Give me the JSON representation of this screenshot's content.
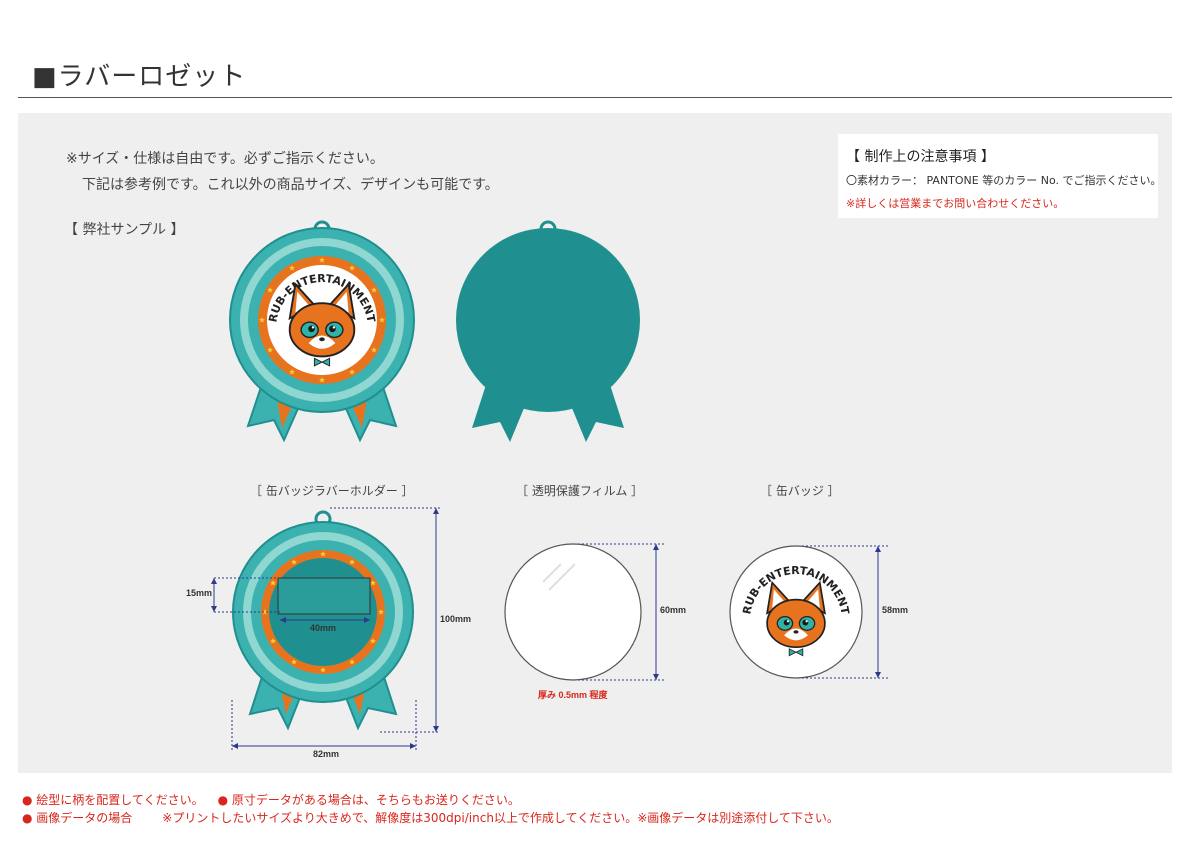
{
  "title": "■ラバーロゼット",
  "intro": {
    "line1": "※サイズ・仕様は自由です。必ずご指示ください。",
    "line2": "下記は参考例です。これ以外の商品サイズ、デザインも可能です。"
  },
  "sample_label": "【 弊社サンプル 】",
  "notes": {
    "heading": "【 制作上の注意事項 】",
    "line1": "〇素材カラー：  PANTONE 等のカラー No. でご指示ください。",
    "line2": "※詳しくは営業までお問い合わせください。"
  },
  "badge_text": "RUB-ENTERTAINMENT",
  "captions": {
    "holder": "［ 缶バッジラバーホルダー ］",
    "film": "［ 透明保護フィルム ］",
    "badge": "［ 缶バッジ ］"
  },
  "dimensions": {
    "hole_height": "15mm",
    "hole_width": "40mm",
    "total_height": "100mm",
    "total_width": "82mm",
    "film_diameter": "60mm",
    "film_thickness": "厚み 0.5mm 程度",
    "badge_diameter": "58mm"
  },
  "footer": {
    "item1": "● 絵型に柄を配置してください。",
    "item2": "● 原寸データがある場合は、そちらもお送りください。",
    "item3_label": "● 画像データの場合",
    "item3_text": "※プリントしたいサイズより大きめで、解像度は300dpi/inch以上で作成してください。※画像データは別途添付して下さい。"
  },
  "colors": {
    "teal_dark": "#1f8f8f",
    "teal": "#3cb2b0",
    "teal_light": "#8fd7d0",
    "orange": "#e8731f",
    "star_yellow": "#f5d034",
    "dimension_blue": "#2c3a8c",
    "note_red": "#d9261c",
    "panel_gray": "#efefef"
  }
}
